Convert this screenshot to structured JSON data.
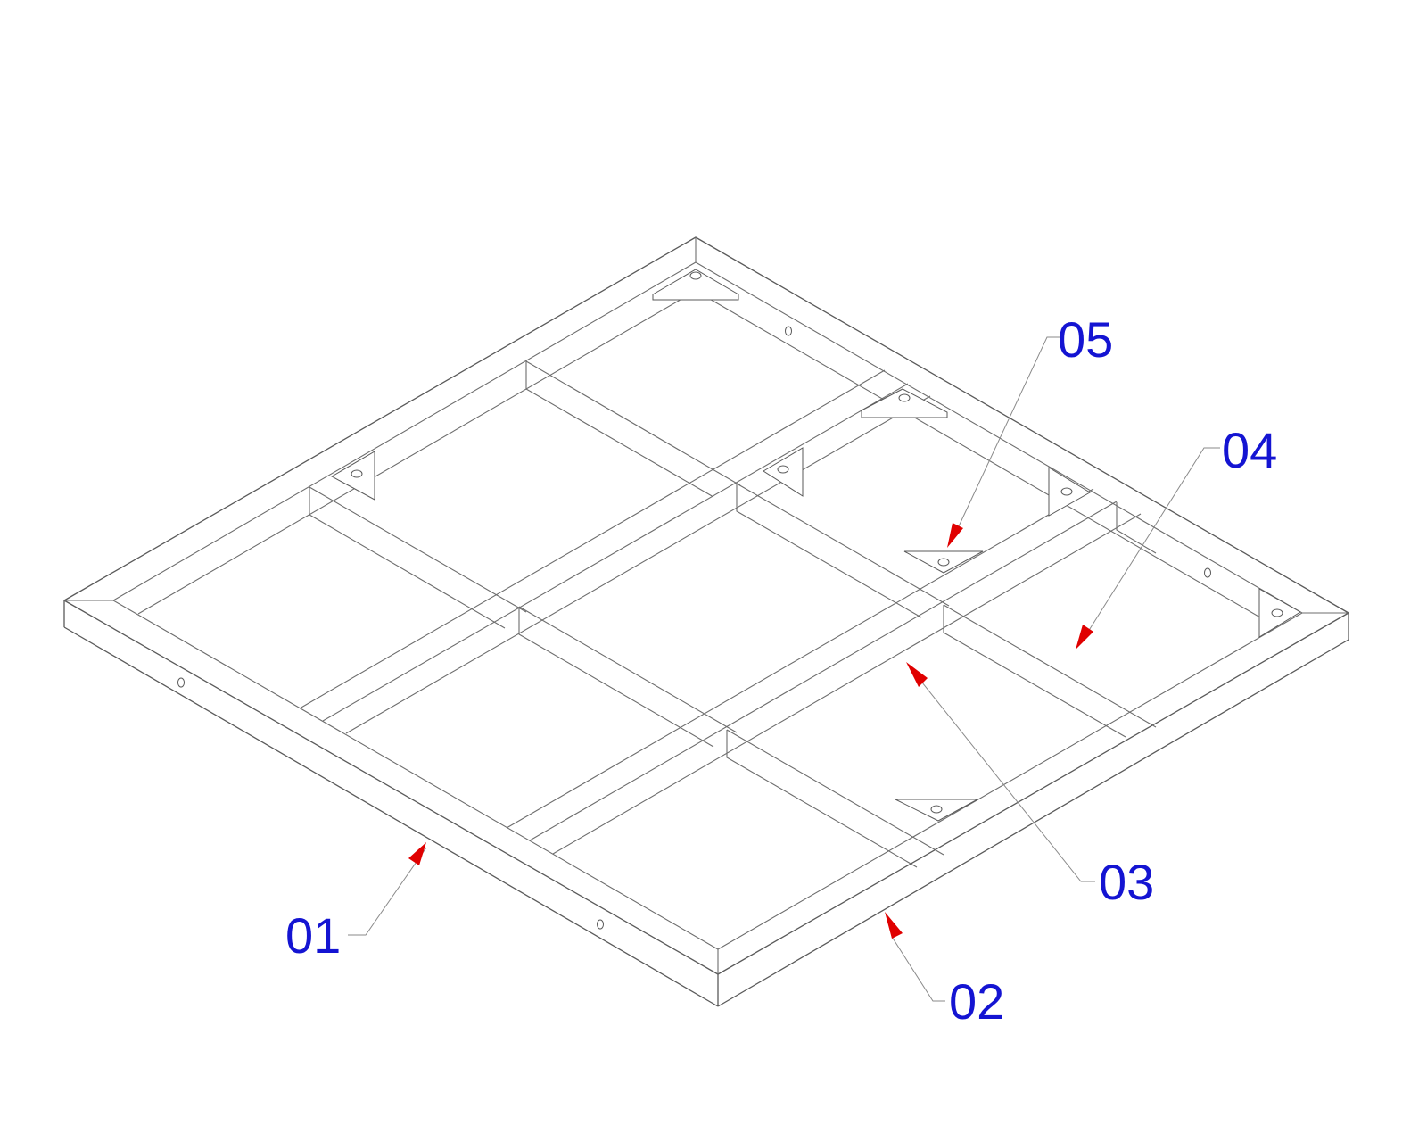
{
  "colors": {
    "label": "#1414d2",
    "arrow": "#e00000"
  },
  "callouts": [
    {
      "id": "01",
      "label": "01"
    },
    {
      "id": "02",
      "label": "02"
    },
    {
      "id": "03",
      "label": "03"
    },
    {
      "id": "04",
      "label": "04"
    },
    {
      "id": "05",
      "label": "05"
    }
  ]
}
